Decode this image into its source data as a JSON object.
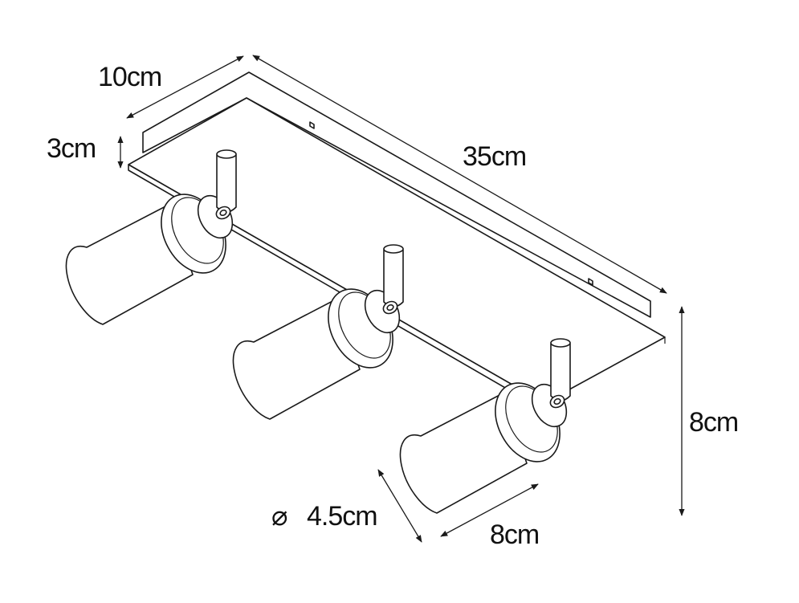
{
  "dimensions": {
    "depth": "10cm",
    "plate_thickness": "3cm",
    "length": "35cm",
    "height": "8cm",
    "spot_diameter": "4.5cm",
    "spot_length": "8cm"
  },
  "symbols": {
    "diameter": "⌀"
  },
  "spotlight_count": 3,
  "colors": {
    "line": "#1a1a1a",
    "background": "#ffffff"
  }
}
